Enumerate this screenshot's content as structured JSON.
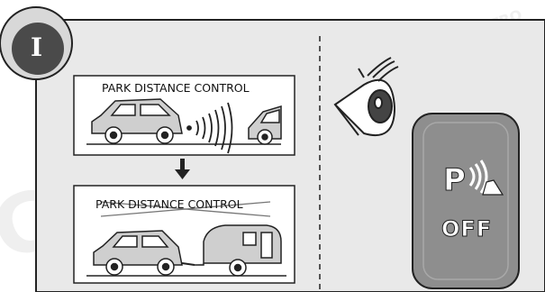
{
  "step": {
    "badge_label": "I"
  },
  "panel_top": {
    "title": "PARK DISTANCE CONTROL"
  },
  "panel_bottom": {
    "title": "PARK DISTANCE CONTROL",
    "title_crossed_out": true
  },
  "flow": {
    "arrow": "down-arrow-icon"
  },
  "button": {
    "symbol": "P",
    "state_label": "OFF"
  },
  "watermark": {
    "text": "ECS ELECTRONICS"
  },
  "colors": {
    "panel_bg": "#e9e9e9",
    "badge": "#4a4a4a",
    "button_fill": "#8e8e8e",
    "button_text": "#ffffff",
    "outline": "#222222"
  }
}
